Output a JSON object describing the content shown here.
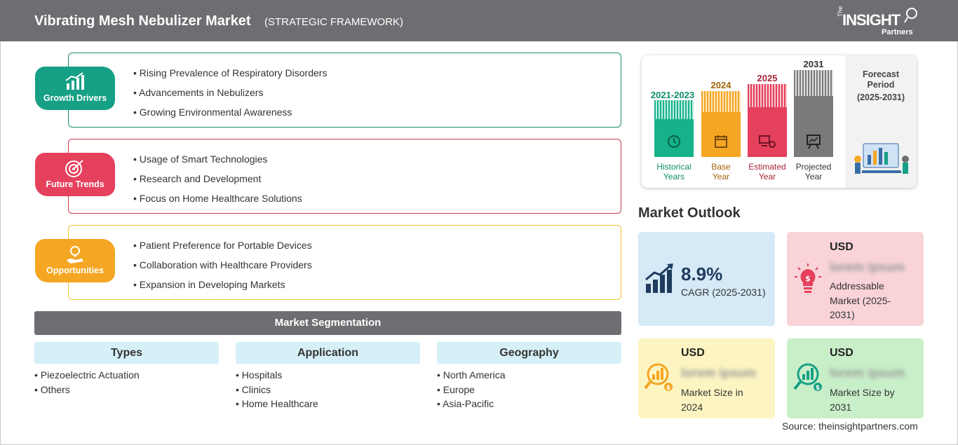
{
  "header": {
    "title": "Vibrating Mesh Nebulizer Market",
    "subtitle": "(STRATEGIC FRAMEWORK)",
    "logo": {
      "the": "The",
      "insight": "INSIGHT",
      "partners": "Partners"
    }
  },
  "framework": [
    {
      "label": "Growth Drivers",
      "color": "#16a085",
      "border": "#1a8a73",
      "items": [
        "Rising Prevalence of Respiratory Disorders",
        "Advancements in Nebulizers",
        "Growing Environmental Awareness"
      ]
    },
    {
      "label": "Future Trends",
      "color": "#e5405c",
      "border": "#c8394f",
      "items": [
        "Usage of Smart Technologies",
        "Research and Development",
        "Focus on Home Healthcare Solutions"
      ]
    },
    {
      "label": "Opportunities",
      "color": "#f5a623",
      "border": "#f0c430",
      "items": [
        "Patient Preference for Portable Devices",
        "Collaboration with Healthcare Providers",
        "Expansion in Developing Markets"
      ]
    }
  ],
  "segmentation": {
    "title": "Market Segmentation",
    "columns": [
      {
        "header": "Types",
        "items": [
          "Piezoelectric Actuation",
          "Others"
        ]
      },
      {
        "header": "Application",
        "items": [
          "Hospitals",
          "Clinics",
          "Home Healthcare"
        ]
      },
      {
        "header": "Geography",
        "items": [
          "North America",
          "Europe",
          "Asia-Pacific"
        ]
      }
    ]
  },
  "timeline": {
    "bars": [
      {
        "year": "2021-2023",
        "label1": "Historical",
        "label2": "Years",
        "color": "#16b28a",
        "text_color": "#0f8b6c"
      },
      {
        "year": "2024",
        "label1": "Base",
        "label2": "Year",
        "color": "#f5a623",
        "text_color": "#a0620a"
      },
      {
        "year": "2025",
        "label1": "Estimated",
        "label2": "Year",
        "color": "#e5405c",
        "text_color": "#a8243a"
      },
      {
        "year": "2031",
        "label1": "Projected",
        "label2": "Year",
        "color": "#7a7a7a",
        "text_color": "#333333"
      }
    ],
    "forecast": {
      "line1": "Forecast",
      "line2": "Period",
      "line3": "(2025-2031)"
    }
  },
  "outlook": {
    "title": "Market Outlook",
    "cagr": {
      "value": "8.9%",
      "label": "CAGR (2025-2031)"
    },
    "addressable": {
      "currency": "USD",
      "value": "lorem ipsum",
      "label": "Addressable Market (2025-2031)"
    },
    "size2024": {
      "currency": "USD",
      "value": "lorem ipsum",
      "label": "Market Size in 2024"
    },
    "size2031": {
      "currency": "USD",
      "value": "lorem ipsum",
      "label": "Market Size by 2031"
    }
  },
  "source": "Source: theinsightpartners.com"
}
